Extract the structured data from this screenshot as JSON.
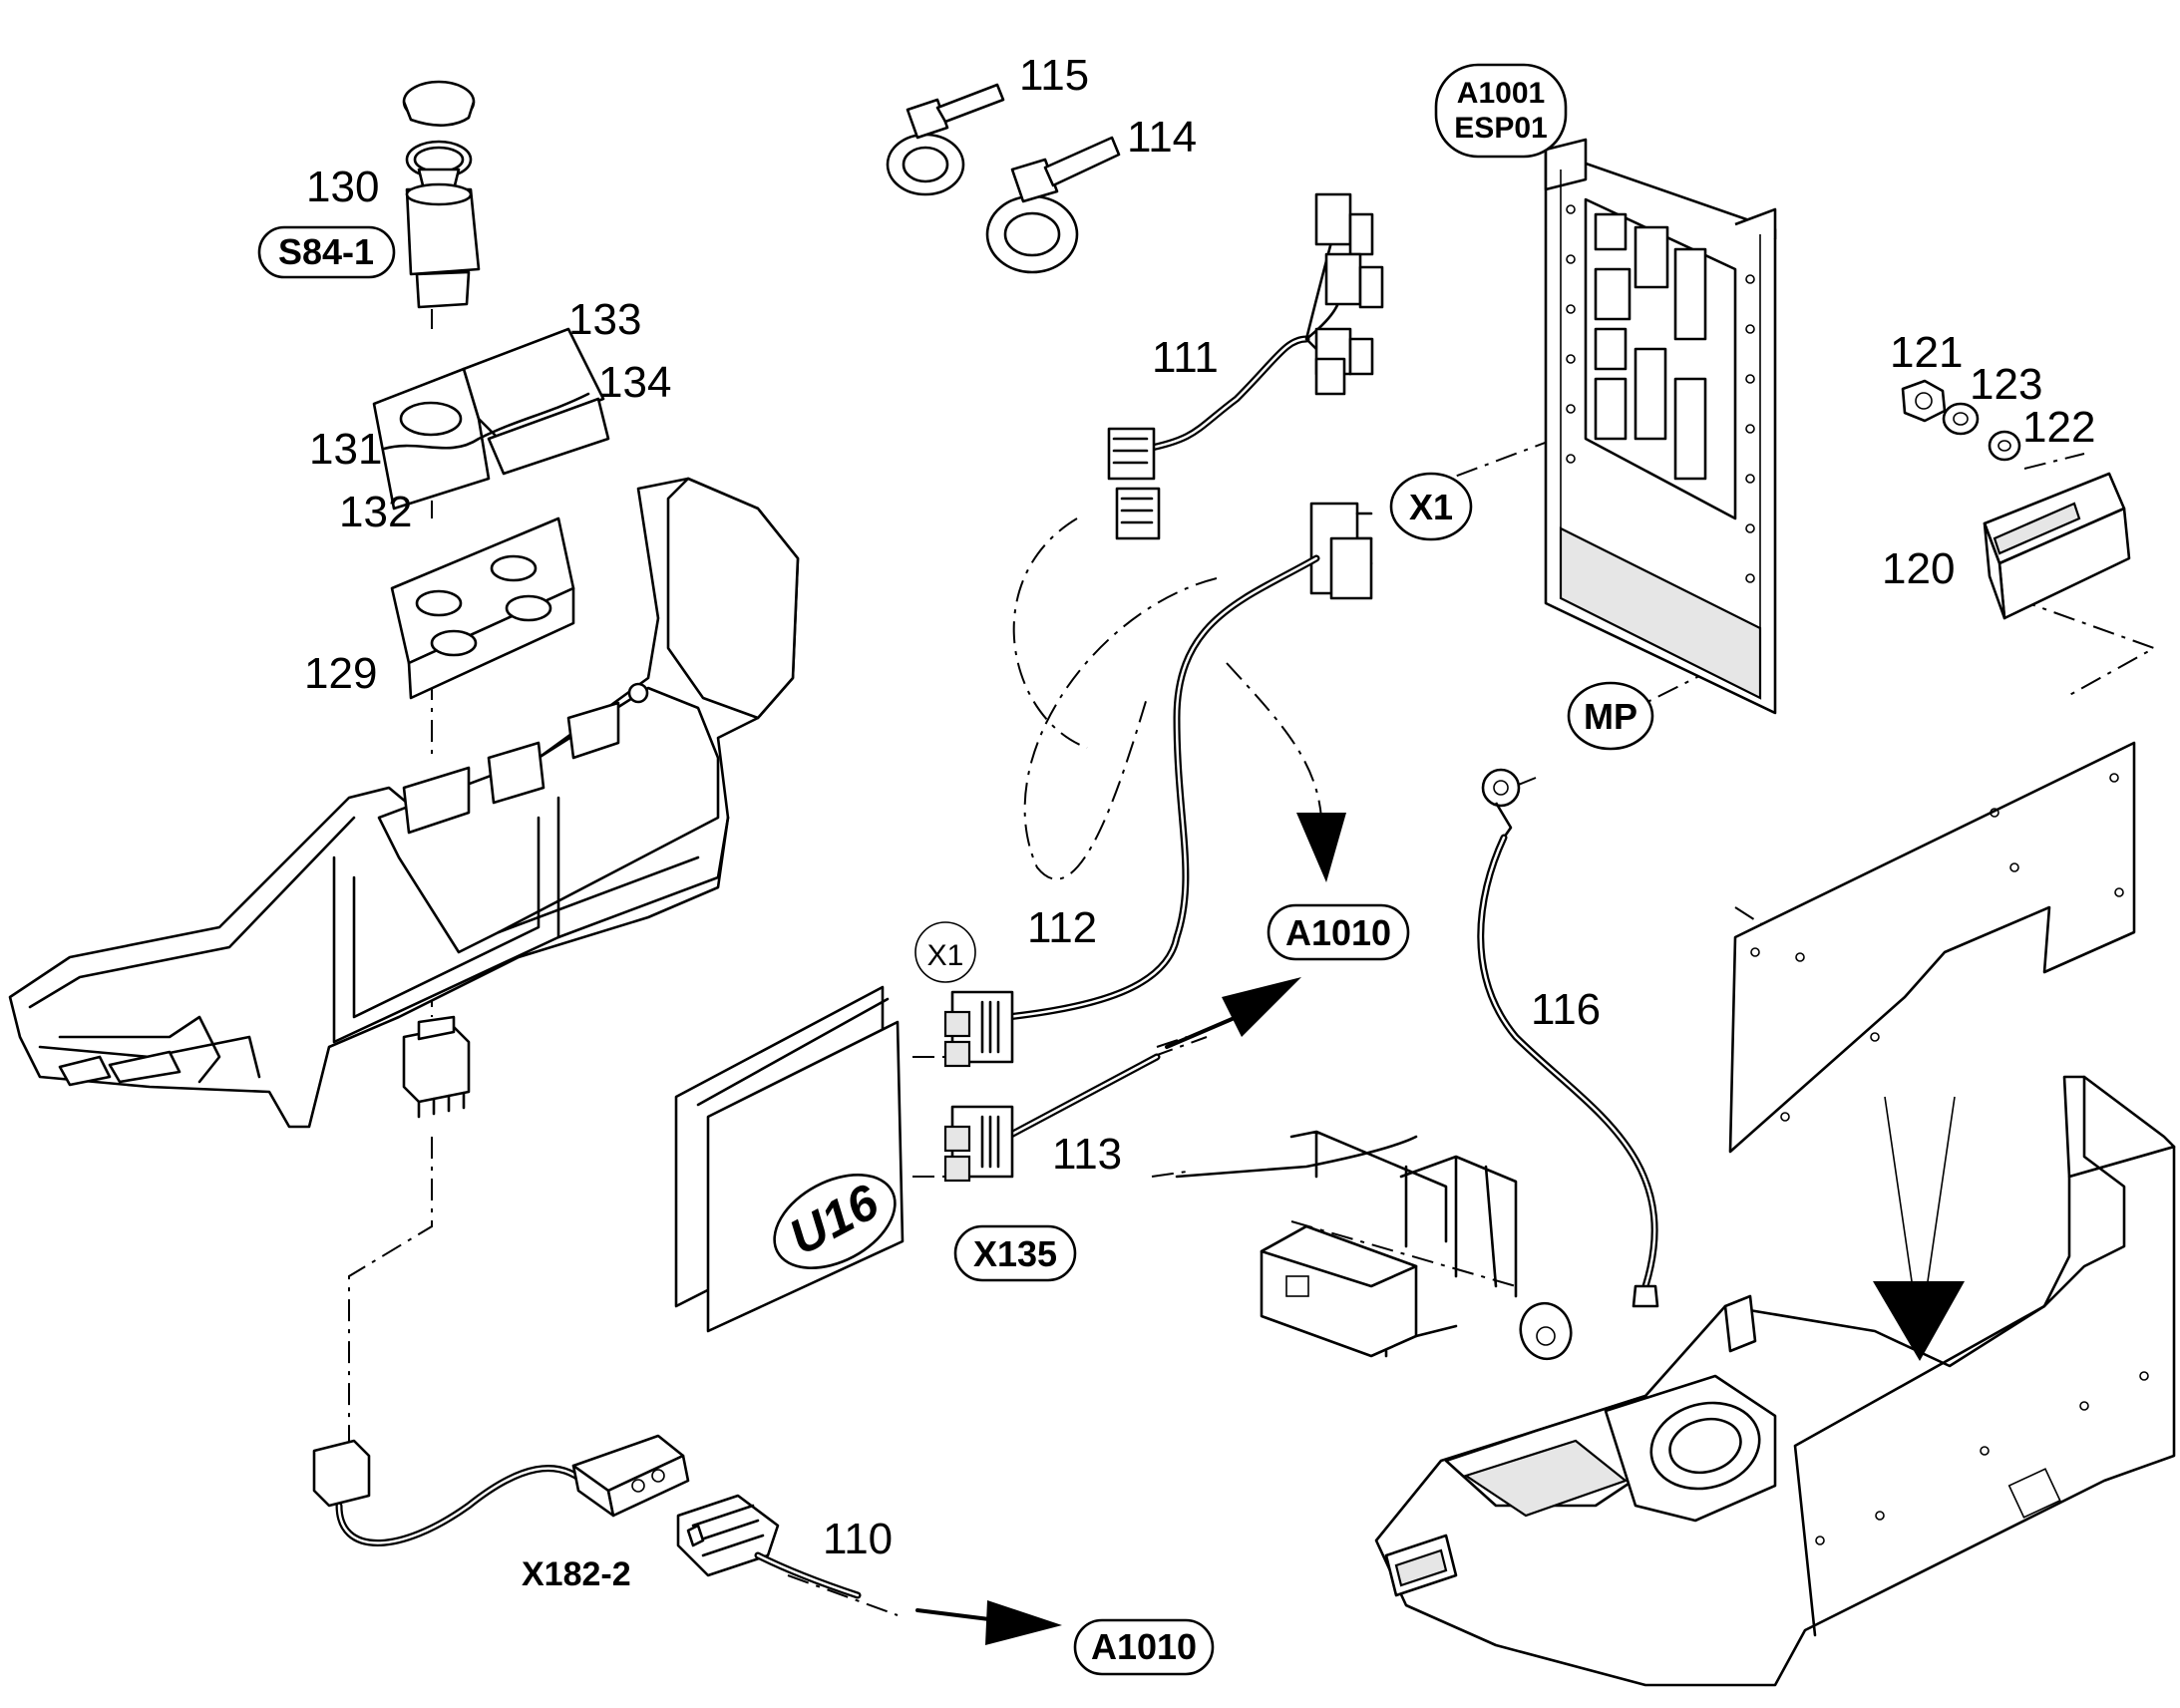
{
  "part_numbers": {
    "p110": "110",
    "p111": "111",
    "p112": "112",
    "p113": "113",
    "p114": "114",
    "p115": "115",
    "p116": "116",
    "p120": "120",
    "p121": "121",
    "p122": "122",
    "p123": "123",
    "p129": "129",
    "p130": "130",
    "p131": "131",
    "p132": "132",
    "p133": "133",
    "p134": "134"
  },
  "tags": {
    "a1001": "A1001",
    "esp01": "ESP01",
    "s84_1": "S84-1",
    "x1_upper": "X1",
    "x1_lower": "X1",
    "mp": "MP",
    "a1010_upper": "A1010",
    "a1010_lower": "A1010",
    "x135": "X135",
    "x182_2": "X182-2",
    "u16": "U16"
  },
  "colors": {
    "line": "#000000",
    "background": "#ffffff"
  }
}
